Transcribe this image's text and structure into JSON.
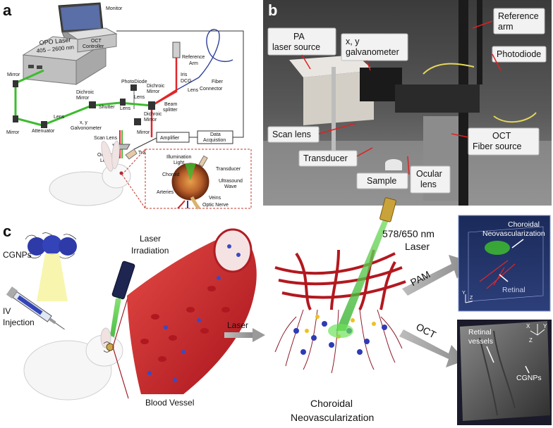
{
  "panels": {
    "a": "a",
    "b": "b",
    "c": "c"
  },
  "panel_a": {
    "monitor": "Monitor",
    "oct_controller_line1": "OCT",
    "oct_controller_line2": "Controller",
    "opo_line1": "OPO Laser",
    "opo_line2": "405 – 2600 nm",
    "reference_arm_line1": "Reference",
    "reference_arm_line2": "Arm",
    "iris": "Iris",
    "dcg": "DCG",
    "lens": "Lens",
    "fiber": "Fiber",
    "connector": "Connector",
    "photodiode": "PhotoDiode",
    "dichroic_mirror_line1": "Dichroic",
    "dichroic_mirror_line2": "Mirror",
    "beam_splitter_line1": "Beam",
    "beam_splitter_line2": "splitter",
    "mirror": "Mirror",
    "shutter": "Shutter",
    "attenuator": "Attenuator",
    "galvo_line1": "x, y",
    "galvo_line2": "Galvonometer",
    "scan_lens": "Scan Lens",
    "amplifier": "Amplifier",
    "daq_line1": "Data",
    "daq_line2": "Acquistion",
    "ocular_lens_line1": "Ocular",
    "ocular_lens_line2": "Lens",
    "transducer": "Transducer",
    "illumination_line1": "Illumination",
    "illumination_line2": "Light",
    "choroid": "Choroid",
    "arteries": "Arteries",
    "ultrasound_line1": "Ultrasound",
    "ultrasound_line2": "Wave",
    "veins": "Veins",
    "optic_nerve": "Optic Nerve"
  },
  "panel_b": {
    "pa_source_line1": "PA",
    "pa_source_line2": "laser source",
    "galvo_line1": "x, y",
    "galvo_line2": "galvanometer",
    "reference_arm_line1": "Reference",
    "reference_arm_line2": "arm",
    "photodiode": "Photodiode",
    "scan_lens": "Scan lens",
    "transducer": "Transducer",
    "sample": "Sample",
    "ocular_lens_line1": "Ocular",
    "ocular_lens_line2": "lens",
    "oct_fiber_line1": "OCT",
    "oct_fiber_line2": "Fiber source"
  },
  "panel_c": {
    "cgnps": "CGNPs",
    "iv_line1": "IV",
    "iv_line2": "Injection",
    "laser_irr_line1": "Laser",
    "laser_irr_line2": "Irradiation",
    "blood_vessel": "Blood Vessel",
    "laser_arrow": "Laser",
    "cnv_line1": "Choroidal",
    "cnv_line2": "Neovascularization",
    "wavelength_line1": "578/650 nm",
    "wavelength_line2": "Laser",
    "pam": "PAM",
    "oct": "OCT",
    "pam_img_cnv_line1": "Choroidal",
    "pam_img_cnv_line2": "Neovascularization",
    "pam_img_retinal": "Retinal",
    "oct_img_retinal_line1": "Retinal",
    "oct_img_retinal_line2": "vessels",
    "oct_img_cgnps": "CGNPs",
    "axis_x": "X",
    "axis_y": "Y",
    "axis_z": "Z"
  },
  "colors": {
    "green_laser": "#3dbb2f",
    "red_beam": "#e0262a",
    "blue_fiber": "#2e3f9a",
    "vessel_red": "#c8262b",
    "photo_bg": "#2a2a2a"
  }
}
